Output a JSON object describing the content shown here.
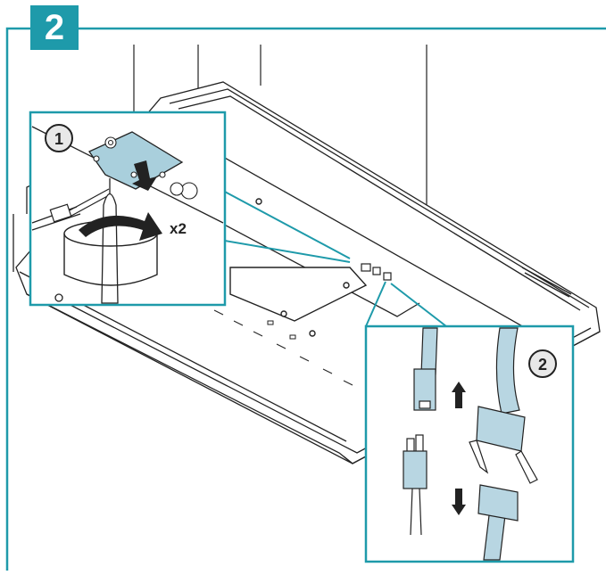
{
  "step": {
    "number": "2"
  },
  "callouts": [
    {
      "label": "1"
    },
    {
      "label": "2"
    }
  ],
  "annotations": {
    "repeat": "x2"
  },
  "colors": {
    "frame": "#1e9aaa",
    "badge": "#1e9aaa",
    "highlight_part": "#a9cfdc",
    "cable": "#b8d6e2",
    "line": "#222222",
    "fill": "#ffffff"
  },
  "icons": [
    "rotate-arrow-icon",
    "down-arrow-icon",
    "up-arrow-icon",
    "screwdriver-icon"
  ]
}
